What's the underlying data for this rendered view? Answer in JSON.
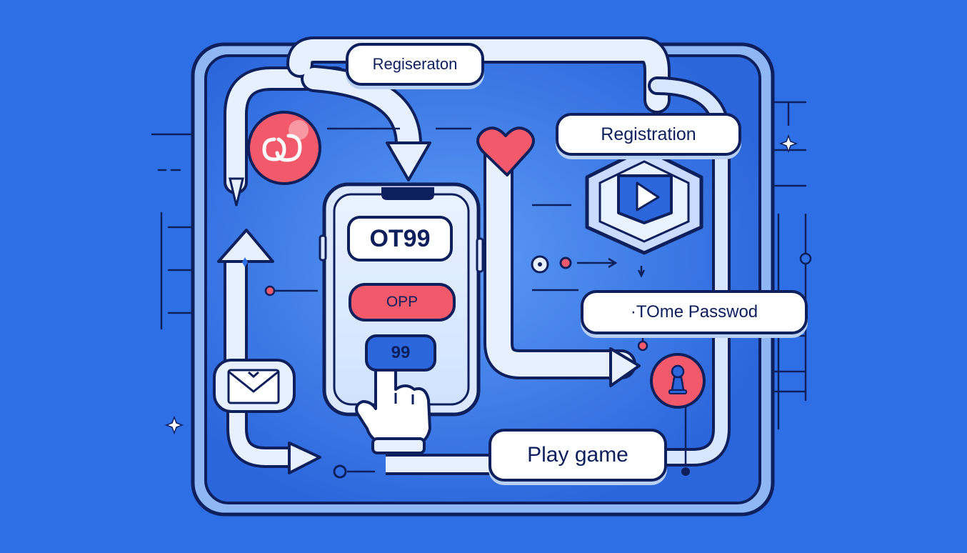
{
  "steps": {
    "registration_top": "Regiseraton",
    "registration": "Registration",
    "password": "·TOme Passwod",
    "play_game": "Play game"
  },
  "phone": {
    "brand": "OT99",
    "button": "OPP",
    "code": "99"
  },
  "icons": [
    "link-icon",
    "heart-icon",
    "play-icon",
    "mail-icon",
    "pointing-hand-icon",
    "pawn-icon",
    "sparkle-icon"
  ],
  "colors": {
    "background": "#2e6fe6",
    "board": "#2b66dc",
    "outline": "#0d1f5c",
    "accent_red": "#f25a6b",
    "arrow_fill": "#e6f0ff"
  }
}
